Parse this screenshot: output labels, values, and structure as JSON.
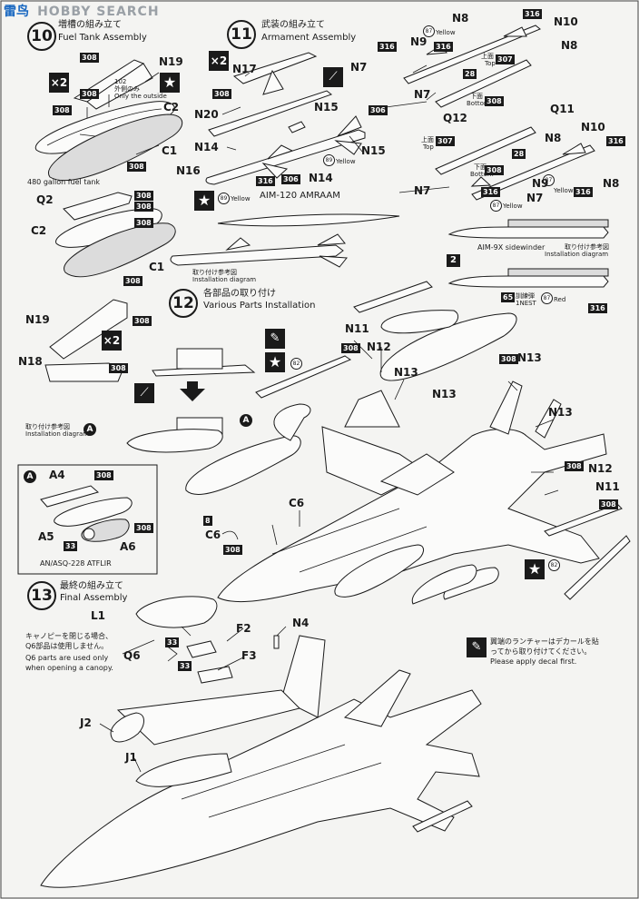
{
  "watermark": {
    "brand_cn": "雷鸟",
    "brand_en": "HOBBY SEARCH"
  },
  "step10": {
    "number": "10",
    "title_jp": "増槽の組み立て",
    "title_en": "Fuel Tank Assembly",
    "times": "×2",
    "outside_jp": "外側のみ",
    "outside_en": "Only the outside",
    "tank_caption": "480 gallon fuel tank",
    "code_102": "102"
  },
  "step11": {
    "number": "11",
    "title_jp": "武装の組み立て",
    "title_en": "Armament Assembly",
    "times": "×2",
    "amraam": "AIM-120 AMRAAM",
    "sidewinder": "AIM-9X sidewinder",
    "install_jp": "取り付け参考図",
    "install_en": "Installation diagram",
    "top_jp": "上面",
    "top_en": "Top",
    "bottom_jp": "下面",
    "bottom_en": "Bottom",
    "yellow": "Yellow",
    "red": "Red",
    "nest_jp": "訓練弾",
    "nest_en": "1NEST",
    "n2": "2"
  },
  "step12": {
    "number": "12",
    "title_jp": "各部品の取り付け",
    "title_en": "Various Parts Installation",
    "times": "×2",
    "install_jp": "取り付け参考図",
    "install_en": "Installation diagram",
    "atflir": "AN/ASQ-228 ATFLIR",
    "inset": "A",
    "c6_num": "8",
    "decal_jp1": "翼端のランチャーはデカールを貼",
    "decal_jp2": "ってから取り付けてください。",
    "decal_en": "Please apply decal first."
  },
  "step13": {
    "number": "13",
    "title_jp": "最終の組み立て",
    "title_en": "Final Assembly",
    "canopy_jp1": "キャノピーを閉じる場合、",
    "canopy_jp2": "Q6部品は使用しません。",
    "canopy_en1": "Q6  parts are used only",
    "canopy_en2": "when opening a canopy."
  },
  "labels": {
    "N19": "N19",
    "C2": "C2",
    "C1": "C1",
    "Q2": "Q2",
    "N18": "N18",
    "N17": "N17",
    "N20": "N20",
    "N15": "N15",
    "N14": "N14",
    "N16": "N16",
    "N8": "N8",
    "N10": "N10",
    "N9": "N9",
    "N7": "N7",
    "Q12": "Q12",
    "Q11": "Q11",
    "N11": "N11",
    "N12": "N12",
    "N13": "N13",
    "C6": "C6",
    "A4": "A4",
    "A5": "A5",
    "A6": "A6",
    "L1": "L1",
    "F2": "F2",
    "F3": "F3",
    "N4": "N4",
    "Q6": "Q6",
    "J1": "J1",
    "J2": "J2"
  },
  "codes": {
    "c308": "308",
    "c316": "316",
    "c306": "306",
    "c307": "307",
    "c28": "28",
    "c89": "89",
    "c87": "87",
    "c82": "82",
    "c33": "33",
    "c65": "65"
  }
}
